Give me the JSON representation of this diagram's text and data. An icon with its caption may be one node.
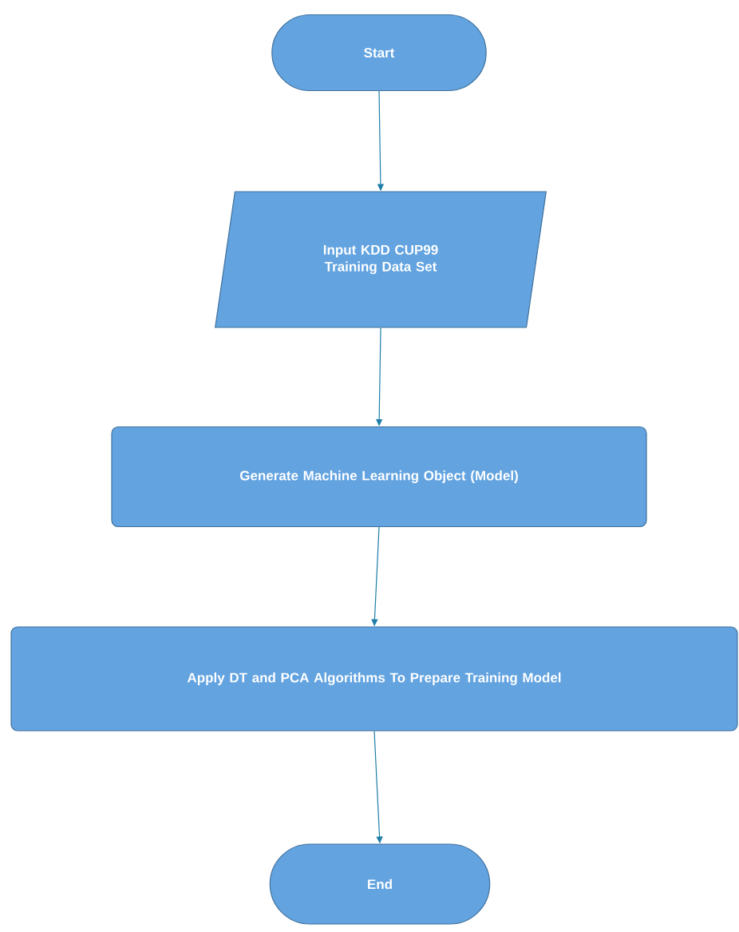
{
  "diagram": {
    "nodes": [
      {
        "text": [
          "Start"
        ]
      },
      {
        "text": [
          "Input KDD CUP99 Training Data Set"
        ]
      },
      {
        "text": [
          "Generate Machine Learning Object (Model)"
        ]
      },
      {
        "text": [
          "Apply DT and PCA Algorithms To Prepare Training Model"
        ]
      },
      {
        "text": [
          "End"
        ]
      }
    ],
    "edges": [
      {
        "from": 0,
        "to": 1,
        "arrow": "to"
      },
      {
        "from": 1,
        "to": 2,
        "arrow": "to"
      },
      {
        "from": 2,
        "to": 3,
        "arrow": "to"
      },
      {
        "from": 3,
        "to": 4,
        "arrow": "to"
      }
    ]
  }
}
